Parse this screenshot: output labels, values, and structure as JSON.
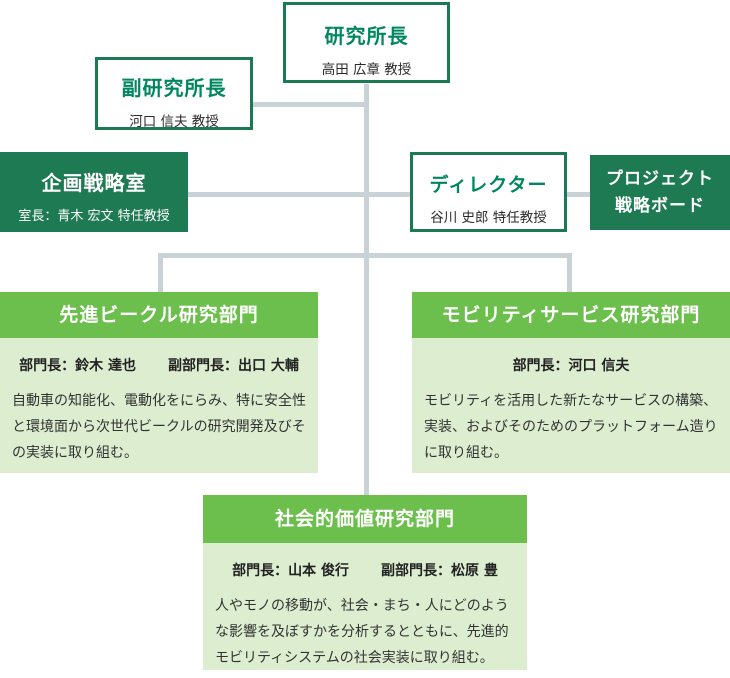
{
  "colors": {
    "dark_green": "#1e7a53",
    "border_green": "#1b7a54",
    "green_title_text": "#00875f",
    "dept_header_green": "#6cbf4d",
    "dept_body_green": "#dcedd0",
    "connector_gray": "#c9d2d6"
  },
  "org_chart": {
    "director_general": {
      "title": "研究所長",
      "person": "高田 広章 教授"
    },
    "deputy_director_general": {
      "title": "副研究所長",
      "person": "河口 信夫 教授"
    },
    "planning_strategy_office": {
      "title": "企画戦略室",
      "person": "室長：青木 宏文 特任教授"
    },
    "director": {
      "title": "ディレクター",
      "person": "谷川 史郎 特任教授"
    },
    "project_strategy_board": {
      "title_line1": "プロジェクト",
      "title_line2": "戦略ボード"
    },
    "departments": [
      {
        "title": "先進ビークル研究部門",
        "head": "部門長：鈴木 達也",
        "deputy_head": "副部門長：出口 大輔",
        "description": "自動車の知能化、電動化をにらみ、特に安全性と環境面から次世代ビークルの研究開発及びその実装に取り組む。"
      },
      {
        "title": "モビリティサービス研究部門",
        "head": "部門長：河口 信夫",
        "description": "モビリティを活用した新たなサービスの構築、実装、およびそのためのプラットフォーム造りに取り組む。"
      },
      {
        "title": "社会的価値研究部門",
        "head": "部門長：山本 俊行",
        "deputy_head": "副部門長：松原 豊",
        "description": "人やモノの移動が、社会・まち・人にどのような影響を及ぼすかを分析するとともに、先進的モビリティシステムの社会実装に取り組む。"
      }
    ]
  }
}
